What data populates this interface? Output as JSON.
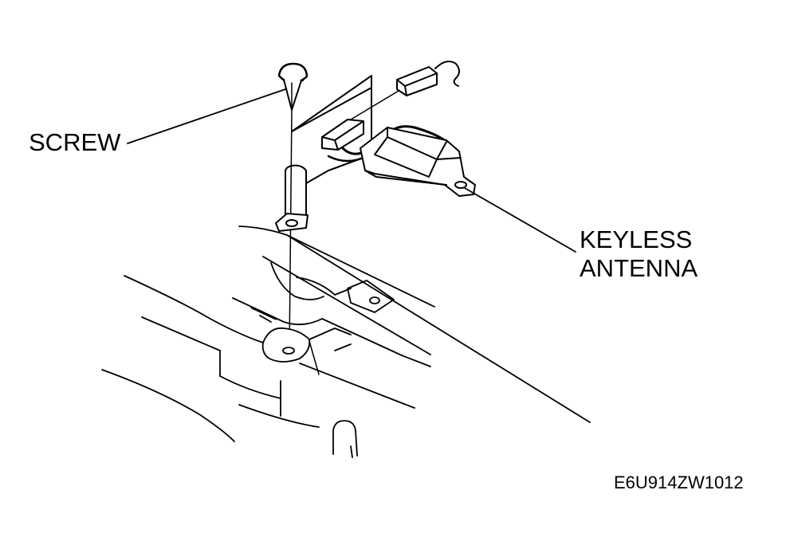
{
  "labels": {
    "screw": "SCREW",
    "antenna_line1": "KEYLESS",
    "antenna_line2": "ANTENNA",
    "figure_code": "E6U914ZW1012"
  },
  "colors": {
    "ink": "#000000",
    "paper": "#ffffff"
  }
}
